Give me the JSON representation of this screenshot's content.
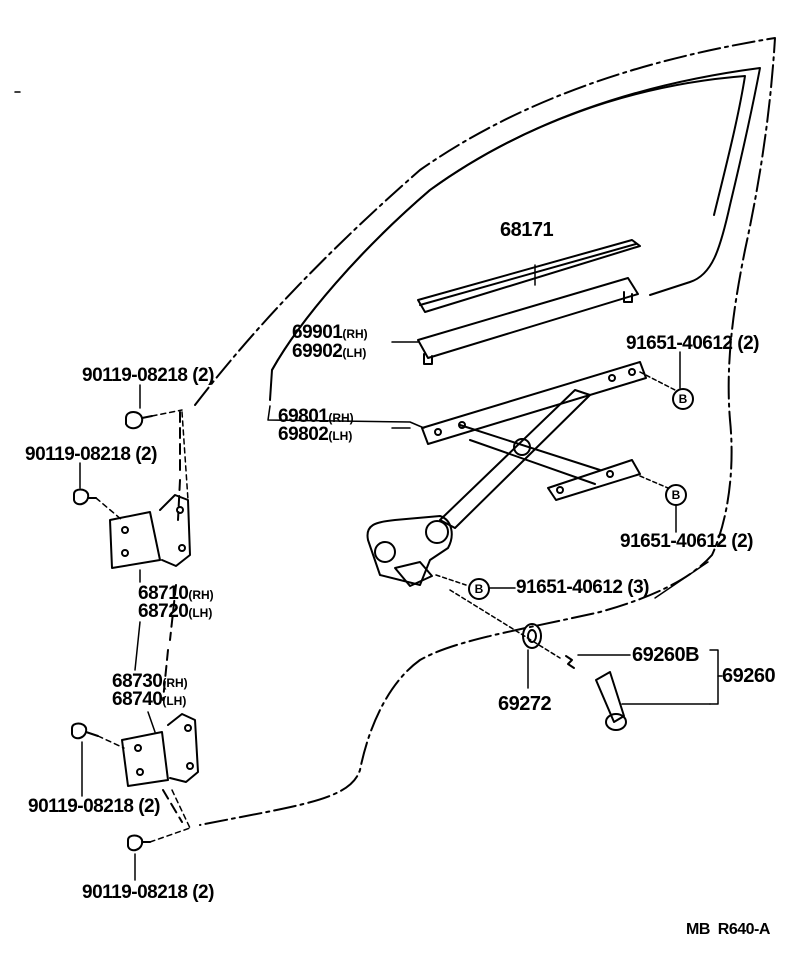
{
  "diagram": {
    "code_prefix": "MB",
    "code": "R640-A",
    "variant_rh": "(RH)",
    "variant_lh": "(LH)",
    "b_marker": "B"
  },
  "parts": {
    "p68171": "68171",
    "p69901": "69901",
    "p69902": "69902",
    "p69801": "69801",
    "p69802": "69802",
    "p68710": "68710",
    "p68720": "68720",
    "p68730": "68730",
    "p68740": "68740",
    "p69272": "69272",
    "p69260b": "69260B",
    "p69260": "69260"
  },
  "fasteners": {
    "bolt_top": "90119-08218 (2)",
    "bolt_upper": "90119-08218 (2)",
    "bolt_lower": "90119-08218 (2)",
    "bolt_bottom": "90119-08218 (2)",
    "screw_top": "91651-40612 (2)",
    "screw_mid": "91651-40612 (2)",
    "screw_regulator": "91651-40612 (3)"
  }
}
